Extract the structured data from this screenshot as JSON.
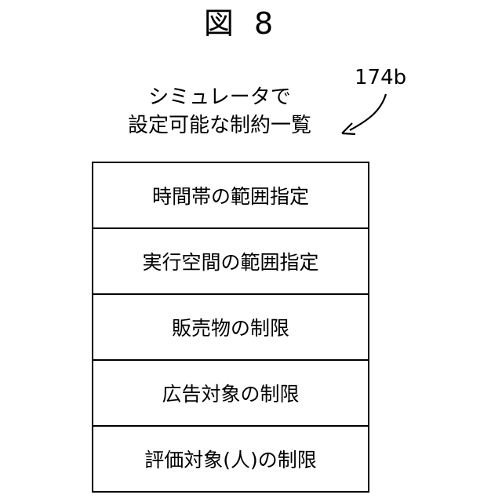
{
  "figure": {
    "title": "図 8"
  },
  "caption": {
    "line1": "シミュレータで",
    "line2": "設定可能な制約一覧"
  },
  "reference": {
    "label": "174b"
  },
  "constraints": [
    "時間帯の範囲指定",
    "実行空間の範囲指定",
    "販売物の制限",
    "広告対象の制限",
    "評価対象(人)の制限"
  ]
}
